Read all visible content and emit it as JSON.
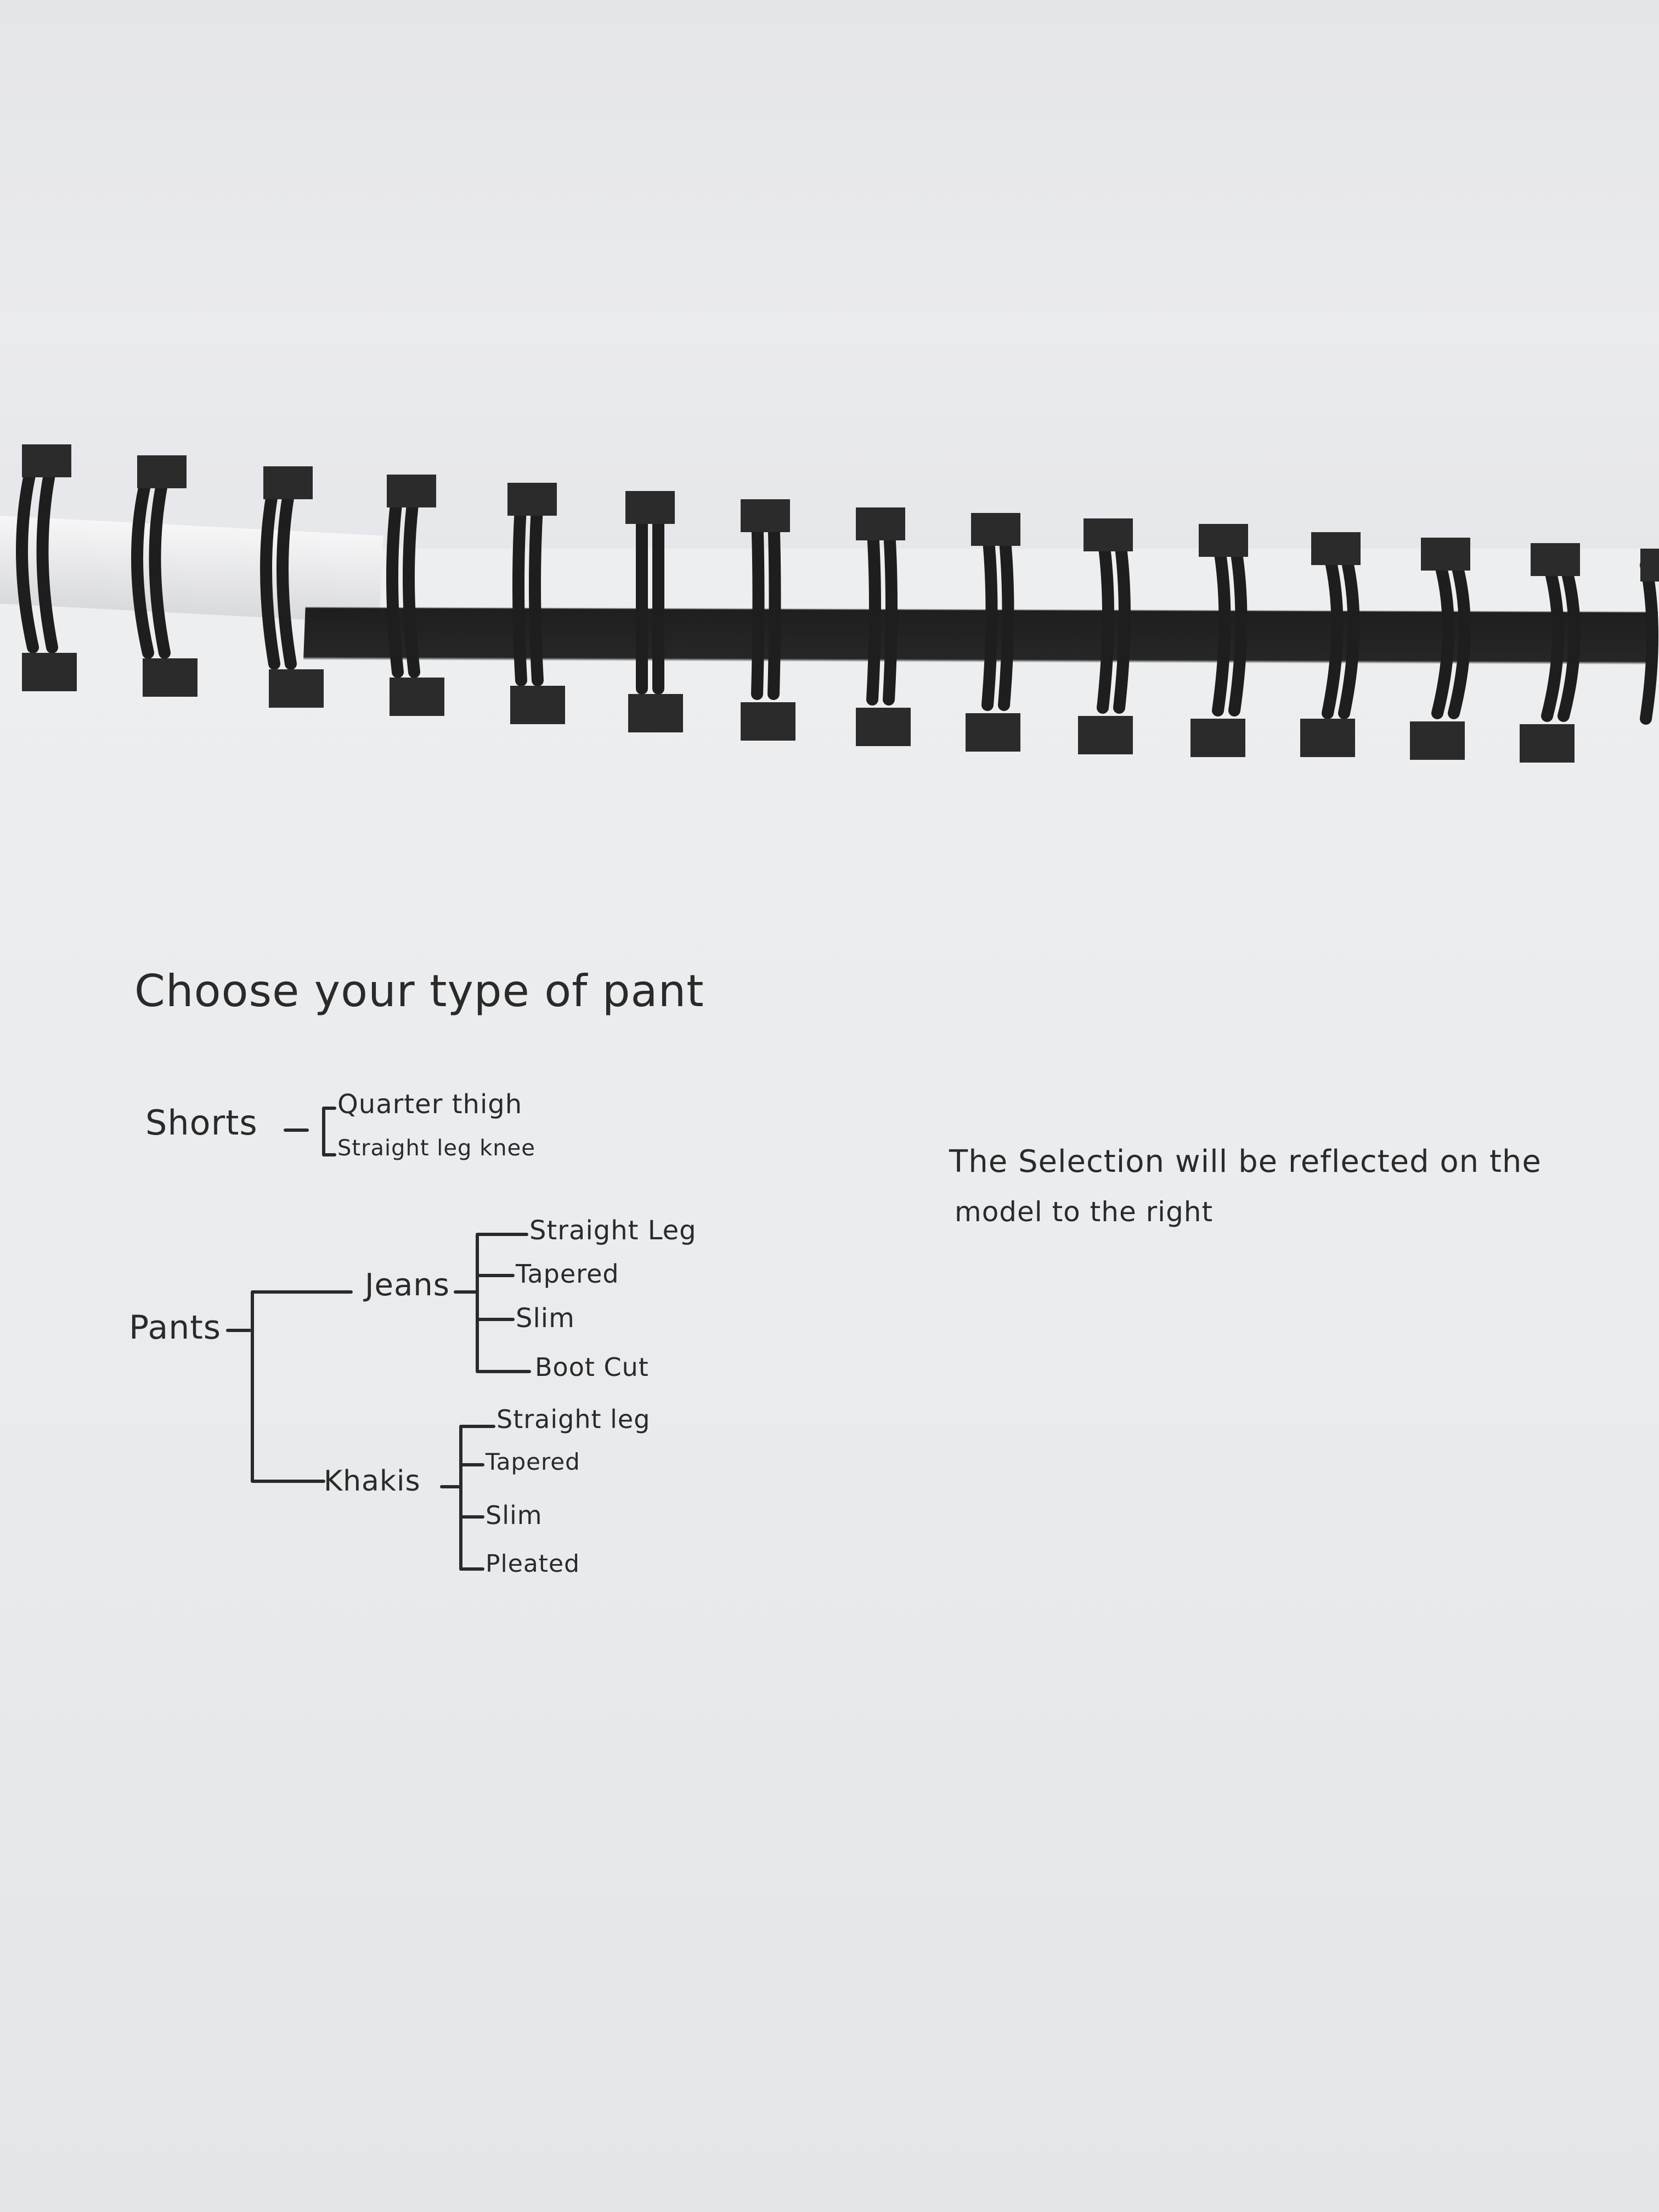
{
  "heading": "Choose your type of pant",
  "note": {
    "line1": "The Selection will be reflected on the",
    "line2": "model to the right"
  },
  "shorts": {
    "label": "Shorts",
    "options": [
      "Quarter thigh",
      "Straight leg knee"
    ]
  },
  "pants": {
    "label": "Pants",
    "jeans": {
      "label": "Jeans",
      "options": [
        "Straight Leg",
        "Tapered",
        "Slim",
        "Boot Cut"
      ]
    },
    "khakis": {
      "label": "Khakis",
      "options": [
        "Straight leg",
        "Tapered",
        "Slim",
        "Pleated"
      ]
    }
  },
  "colors": {
    "ink": "#2a2a2a",
    "paper": "#e9ebed",
    "coil": "#1e1e1e"
  }
}
